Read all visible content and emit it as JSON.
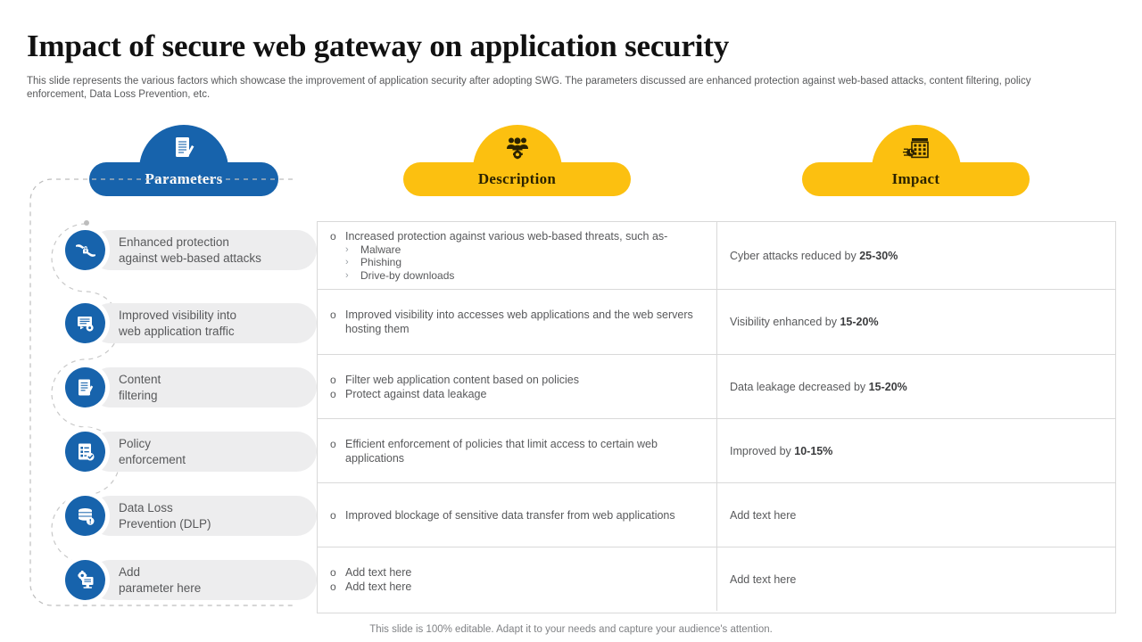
{
  "title": "Impact of secure web gateway on application security",
  "subtitle": "This slide represents the various factors which showcase the improvement of application security after adopting SWG. The parameters discussed are enhanced protection against web-based attacks, content filtering, policy enforcement, Data Loss Prevention, etc.",
  "colors": {
    "blue": "#1763AC",
    "gold": "#FCC010",
    "pill_gray": "#ededee",
    "text_gray": "#58595b",
    "border_gray": "#d9d9d9"
  },
  "banners": [
    {
      "label": "Parameters",
      "icon": "document-pencil-icon",
      "theme": "blue"
    },
    {
      "label": "Description",
      "icon": "people-gear-icon",
      "theme": "gold"
    },
    {
      "label": "Impact",
      "icon": "calendar-clock-icon",
      "theme": "gold"
    }
  ],
  "parameters": [
    {
      "label": "Enhanced protection\nagainst web-based attacks",
      "icon": "hands-lock-icon"
    },
    {
      "label": "Improved visibility into\nweb application traffic",
      "icon": "monitor-gear-icon"
    },
    {
      "label": "Content\nfiltering",
      "icon": "document-check-icon"
    },
    {
      "label": "Policy\nenforcement",
      "icon": "checklist-icon"
    },
    {
      "label": "Data Loss\nPrevention (DLP)",
      "icon": "database-alert-icon"
    },
    {
      "label": "Add\nparameter here",
      "icon": "gear-screen-icon"
    }
  ],
  "rows": [
    {
      "description": [
        {
          "level": 1,
          "text": "Increased  protection  against various  web-based  threats, such as-"
        },
        {
          "level": 2,
          "text": "Malware"
        },
        {
          "level": 2,
          "text": "Phishing"
        },
        {
          "level": 2,
          "text": "Drive-by downloads"
        }
      ],
      "impact_prefix": "Cyber attacks reduced  by ",
      "impact_bold": "25-30%",
      "impact_suffix": ""
    },
    {
      "description": [
        {
          "level": 1,
          "text": "Improved  visibility into accesses web applications and the web servers  hosting them"
        }
      ],
      "impact_prefix": "Visibility enhanced by ",
      "impact_bold": "15-20%",
      "impact_suffix": ""
    },
    {
      "description": [
        {
          "level": 1,
          "text": "Filter web application  content based  on policies"
        },
        {
          "level": 1,
          "text": "Protect against data leakage"
        }
      ],
      "impact_prefix": "Data leakage decreased by ",
      "impact_bold": "15-20%",
      "impact_suffix": ""
    },
    {
      "description": [
        {
          "level": 1,
          "text": "Efficient  enforcement  of policies that limit access to certain web applications"
        }
      ],
      "impact_prefix": "Improved  by ",
      "impact_bold": "10-15%",
      "impact_suffix": ""
    },
    {
      "description": [
        {
          "level": 1,
          "text": "Improved  blockage of sensitive  data transfer  from  web  applications"
        }
      ],
      "impact_prefix": "Add text here",
      "impact_bold": "",
      "impact_suffix": ""
    },
    {
      "description": [
        {
          "level": 1,
          "text": "Add text here"
        },
        {
          "level": 1,
          "text": "Add text here"
        }
      ],
      "impact_prefix": "Add text here",
      "impact_bold": "",
      "impact_suffix": ""
    }
  ],
  "bullet_marks": {
    "level1": "o",
    "level2": "›"
  },
  "footer": "This slide is 100% editable. Adapt it to your needs and capture your audience's attention."
}
